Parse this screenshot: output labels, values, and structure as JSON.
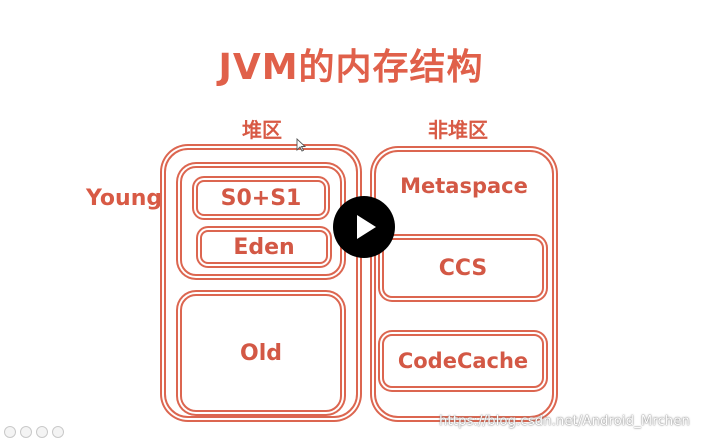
{
  "slide": {
    "title": "JVM的内存结构",
    "heap_heading": "堆区",
    "nonheap_heading": "非堆区",
    "young_label": "Young",
    "heap": {
      "survivor": "S0+S1",
      "eden": "Eden",
      "old": "Old"
    },
    "nonheap": {
      "metaspace": "Metaspace",
      "ccs": "CCS",
      "codecache": "CodeCache"
    }
  },
  "player": {
    "play_icon": "play-icon"
  },
  "watermark": "https://blog.csdn.net/Android_Mrchen",
  "colors": {
    "accent": "#dc6650",
    "title": "#e0604a",
    "play_button": "#000000"
  }
}
